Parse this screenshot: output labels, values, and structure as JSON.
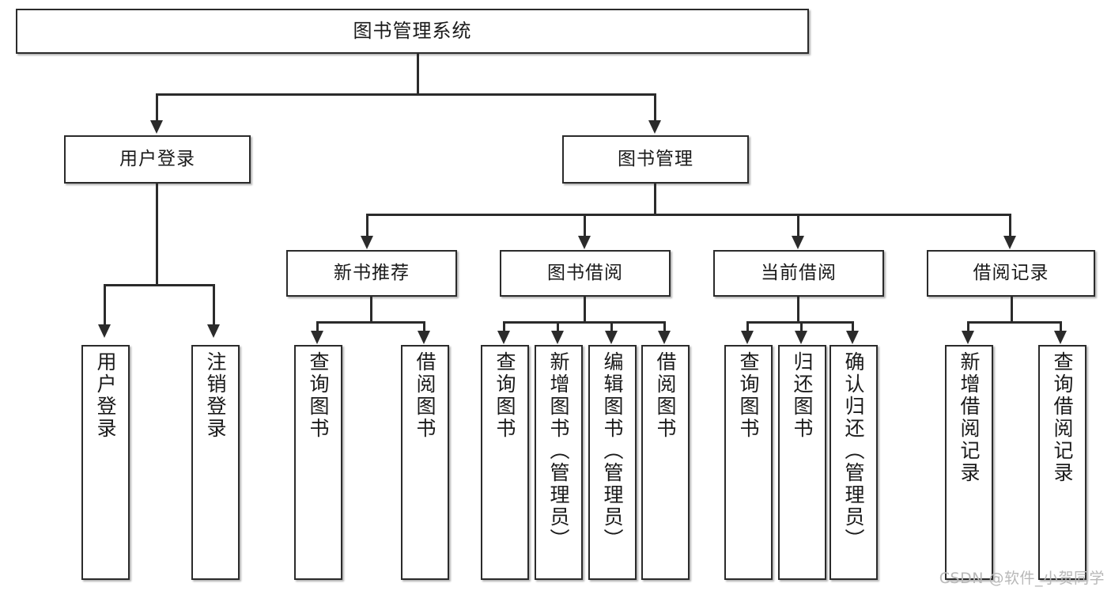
{
  "diagram": {
    "type": "tree-hierarchy-chart",
    "title": "图书管理系统",
    "watermark": "CSDN @软件_小贺同学",
    "colors": {
      "box_border": "#2b2b2b",
      "box_fill": "#ffffff",
      "connector": "#2b2b2b",
      "text": "#1a1a1a",
      "watermark": "#b8b8b8",
      "background": "#ffffff"
    },
    "levels": {
      "root": "图书管理系统",
      "level2": [
        "用户登录",
        "图书管理"
      ],
      "level3": [
        "新书推荐",
        "图书借阅",
        "当前借阅",
        "借阅记录"
      ]
    },
    "nodes": {
      "root": {
        "label": "图书管理系统"
      },
      "user_login": {
        "label": "用户登录"
      },
      "book_manage": {
        "label": "图书管理"
      },
      "new_book_rec": {
        "label": "新书推荐"
      },
      "book_borrow": {
        "label": "图书借阅"
      },
      "current_borrow": {
        "label": "当前借阅"
      },
      "borrow_record": {
        "label": "借阅记录"
      }
    },
    "leaves": {
      "user_login": [
        {
          "label": "用户登录"
        },
        {
          "label": "注销登录"
        }
      ],
      "new_book_rec": [
        {
          "label": "查询图书"
        },
        {
          "label": "借阅图书"
        }
      ],
      "book_borrow": [
        {
          "label": "查询图书"
        },
        {
          "label": "新增图书（管理员）"
        },
        {
          "label": "编辑图书（管理员）"
        },
        {
          "label": "借阅图书"
        }
      ],
      "current_borrow": [
        {
          "label": "查询图书"
        },
        {
          "label": "归还图书"
        },
        {
          "label": "确认归还（管理员）"
        }
      ],
      "borrow_record": [
        {
          "label": "新增借阅记录"
        },
        {
          "label": "查询借阅记录"
        }
      ]
    }
  }
}
